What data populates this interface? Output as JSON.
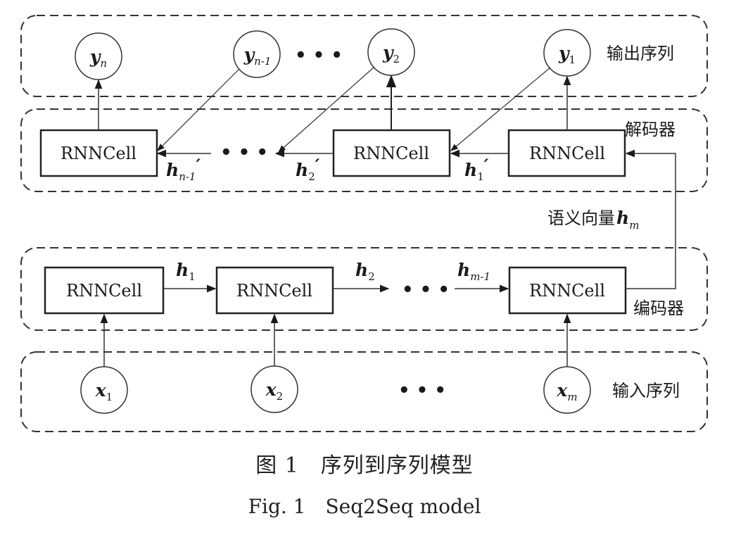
{
  "layers": {
    "output": "输出序列",
    "decoder": "解码器",
    "encoder": "编码器",
    "input": "输入序列"
  },
  "context_vector": {
    "label": "语义向量",
    "symbol": "h",
    "sub": "m"
  },
  "cell_label": "RNNCell",
  "ellipsis": "• • •",
  "output_nodes": [
    {
      "sym": "y",
      "sub": "n"
    },
    {
      "sym": "y",
      "sub": "n-1"
    },
    {
      "sym": "y",
      "sub": "2"
    },
    {
      "sym": "y",
      "sub": "1"
    }
  ],
  "input_nodes": [
    {
      "sym": "x",
      "sub": "1"
    },
    {
      "sym": "x",
      "sub": "2"
    },
    {
      "sym": "x",
      "sub": "m"
    }
  ],
  "encoder_hidden": [
    {
      "sym": "h",
      "sub": "1"
    },
    {
      "sym": "h",
      "sub": "2"
    },
    {
      "sym": "h",
      "sub": "m-1"
    }
  ],
  "decoder_hidden": [
    {
      "sym": "h",
      "sub": "n-1",
      "prime": "′"
    },
    {
      "sym": "h",
      "sub": "2",
      "prime": "′"
    },
    {
      "sym": "h",
      "sub": "1",
      "prime": "′"
    }
  ],
  "caption_zh": "图 1　序列到序列模型",
  "caption_en": "Fig. 1　Seq2Seq model"
}
